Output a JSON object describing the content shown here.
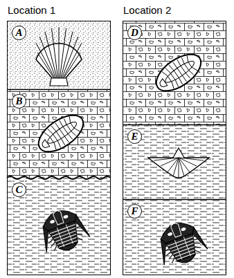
{
  "diagram": {
    "nodes": [
      {
        "text": [
          "Location 1"
        ]
      },
      {
        "text": [
          "A"
        ],
        "in": 0
      },
      {
        "text": [
          "B"
        ],
        "in": 0
      },
      {
        "text": [
          "C"
        ],
        "in": 0
      },
      {
        "text": [
          "Location 2"
        ]
      },
      {
        "text": [
          "D"
        ],
        "in": 4
      },
      {
        "text": [
          "E"
        ],
        "in": 4
      },
      {
        "text": [
          "F"
        ],
        "in": 4
      }
    ]
  }
}
